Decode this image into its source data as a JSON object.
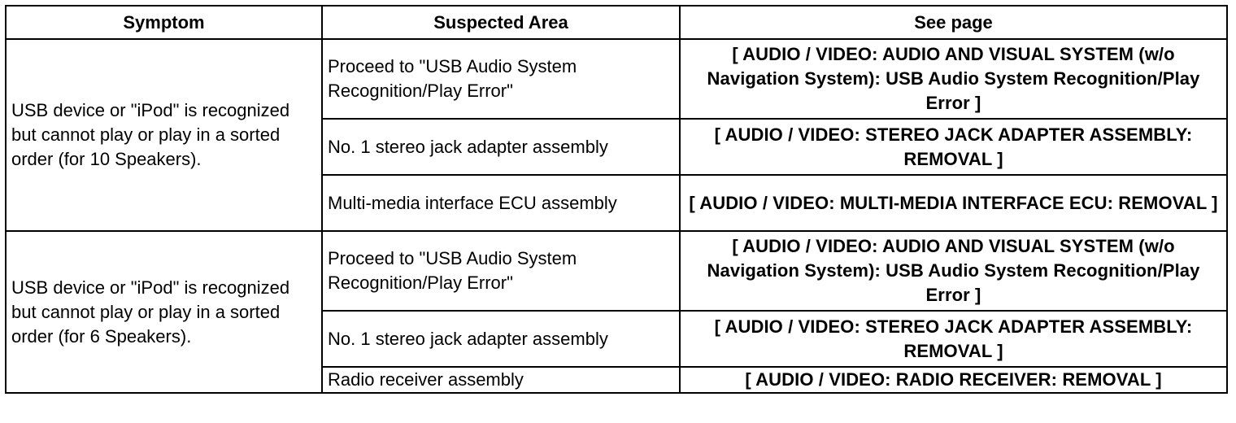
{
  "table": {
    "headers": {
      "symptom": "Symptom",
      "suspected_area": "Suspected Area",
      "see_page": "See page"
    },
    "groups": [
      {
        "symptom": "USB device or \"iPod\" is recognized but cannot play or play in a sorted order (for 10 Speakers).",
        "rows": [
          {
            "area": "Proceed to \"USB Audio System Recognition/Play Error\"",
            "see_page": "[ AUDIO / VIDEO: AUDIO AND VISUAL SYSTEM (w/o Navigation System): USB Audio System Recognition/Play Error ]"
          },
          {
            "area": "No. 1 stereo jack adapter assembly",
            "see_page": "[ AUDIO / VIDEO: STEREO JACK ADAPTER ASSEMBLY: REMOVAL ]"
          },
          {
            "area": "Multi-media interface ECU assembly",
            "see_page": "[ AUDIO / VIDEO: MULTI-MEDIA INTERFACE ECU: REMOVAL ]"
          }
        ]
      },
      {
        "symptom": "USB device or \"iPod\" is recognized but cannot play or play in a sorted order (for 6 Speakers).",
        "rows": [
          {
            "area": "Proceed to \"USB Audio System Recognition/Play Error\"",
            "see_page": "[ AUDIO / VIDEO: AUDIO AND VISUAL SYSTEM (w/o Navigation System): USB Audio System Recognition/Play Error ]"
          },
          {
            "area": "No. 1 stereo jack adapter assembly",
            "see_page": "[ AUDIO / VIDEO: STEREO JACK ADAPTER ASSEMBLY: REMOVAL ]"
          },
          {
            "area": "Radio receiver assembly",
            "see_page": "[ AUDIO / VIDEO: RADIO RECEIVER: REMOVAL ]"
          }
        ]
      }
    ]
  }
}
